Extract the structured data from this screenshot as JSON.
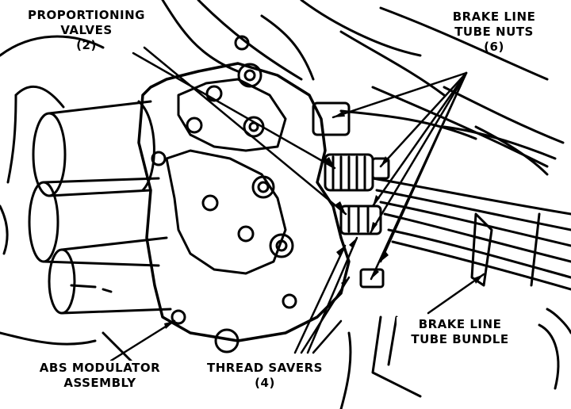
{
  "colors": {
    "ink": "#000000",
    "paper": "#ffffff"
  },
  "labels": {
    "proportioning_valves": {
      "line1": "PROPORTIONING",
      "line2": "VALVES",
      "qty": "(2)"
    },
    "brake_line_tube_nuts": {
      "line1": "BRAKE LINE",
      "line2": "TUBE NUTS",
      "qty": "(6)"
    },
    "brake_line_tube_bundle": {
      "line1": "BRAKE LINE",
      "line2": "TUBE BUNDLE"
    },
    "abs_modulator_assembly": {
      "line1": "ABS MODULATOR",
      "line2": "ASSEMBLY"
    },
    "thread_savers": {
      "line1": "THREAD SAVERS",
      "qty": "(4)"
    }
  }
}
